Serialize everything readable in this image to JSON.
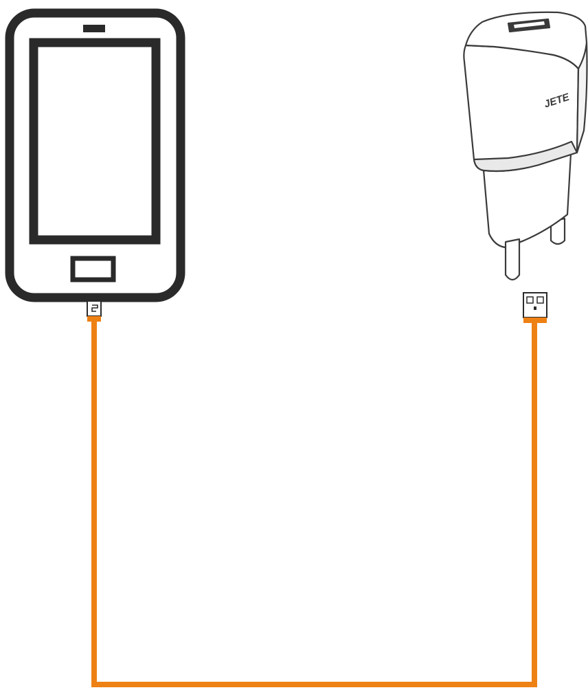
{
  "diagram": {
    "devices": {
      "phone": {
        "icon": "smartphone-icon"
      },
      "charger": {
        "icon": "wall-charger-icon",
        "brand": "JETE"
      }
    },
    "cable": {
      "icon": "usb-cable-icon",
      "ends": [
        "micro-usb-connector",
        "usb-a-connector"
      ]
    }
  },
  "colors": {
    "outline": "#2a2a2a",
    "cable": "#ee8114",
    "charger_body": "#ffffff",
    "charger_stroke": "#3a3a3a"
  }
}
